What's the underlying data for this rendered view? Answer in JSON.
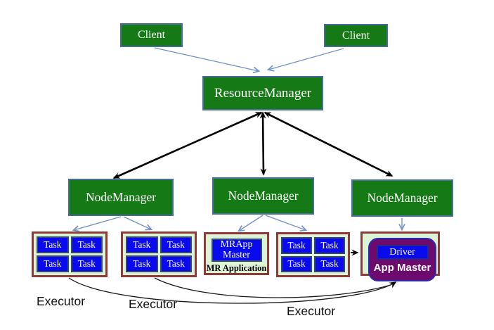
{
  "clients": [
    {
      "label": "Client"
    },
    {
      "label": "Client"
    }
  ],
  "resource_manager": {
    "label": "ResourceManager"
  },
  "node_managers": [
    {
      "label": "NodeManager"
    },
    {
      "label": "NodeManager"
    },
    {
      "label": "NodeManager"
    }
  ],
  "task_groups": [
    {
      "tasks": [
        "Task",
        "Task",
        "Task",
        "Task"
      ]
    },
    {
      "tasks": [
        "Task",
        "Task",
        "Task",
        "Task"
      ]
    },
    {
      "tasks": [
        "Task",
        "Task",
        "Task",
        "Task"
      ]
    }
  ],
  "mr_app": {
    "master_label": "MRApp Master",
    "caption": "MR Application"
  },
  "app_master": {
    "driver_label": "Driver",
    "caption": "App Master"
  },
  "executor_labels": [
    {
      "label": "Executor"
    },
    {
      "label": "Executor"
    },
    {
      "label": "Executor"
    }
  ],
  "colors": {
    "node_green": "#157a15",
    "box_border_blue": "#4a6e9b",
    "task_blue": "#0a0aee",
    "task_border": "#36486b",
    "container_mint": "#ddf3d6",
    "container_maroon": "#8e3a38",
    "app_master_purple": "#6d0a6e",
    "arrow_blue": "#7593c6",
    "arrow_black": "#000000"
  }
}
